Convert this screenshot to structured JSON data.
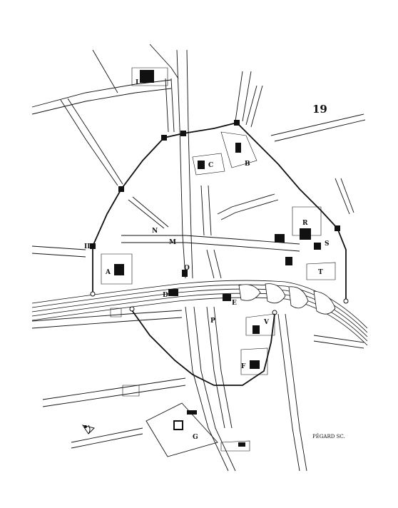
{
  "plate": {
    "number": "19",
    "engraver": "PÉGARD SC."
  },
  "colors": {
    "ink": "#111111",
    "paper": "#ffffff"
  },
  "labels": {
    "A": "A",
    "B": "B",
    "C": "C",
    "D": "D",
    "E": "E",
    "F": "F",
    "G": "G",
    "I": "I",
    "II": "II",
    "M": "M",
    "N": "N",
    "O": "O",
    "P": "P",
    "R": "R",
    "S": "S",
    "T": "T",
    "V": "V"
  },
  "compass": {
    "icon": "north-arrow-icon"
  }
}
